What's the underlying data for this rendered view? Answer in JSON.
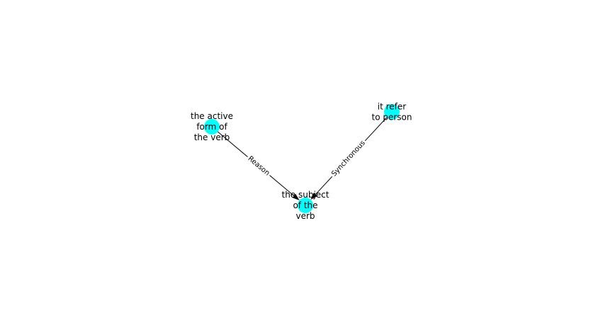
{
  "colors": {
    "node": "#00ffff",
    "edge": "#000000",
    "background": "#ffffff"
  },
  "nodes": [
    {
      "id": "active",
      "lines": [
        "the active",
        "form of",
        "the verb"
      ]
    },
    {
      "id": "person",
      "lines": [
        "it refer",
        "to person"
      ]
    },
    {
      "id": "subject",
      "lines": [
        "the subject",
        "of the",
        "verb"
      ]
    }
  ],
  "edges": [
    {
      "from": "active",
      "to": "subject",
      "label": "Reason"
    },
    {
      "from": "person",
      "to": "subject",
      "label": "Synchronous"
    }
  ]
}
